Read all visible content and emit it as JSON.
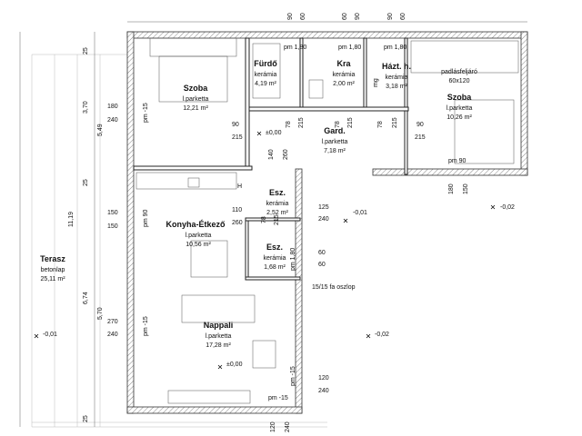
{
  "rooms": [
    {
      "name": "Szoba",
      "material": "l.parketta",
      "area": "12,21 m²"
    },
    {
      "name": "Fürdő",
      "material": "kerámia",
      "area": "4,19 m²"
    },
    {
      "name": "Kra",
      "material": "kerámia",
      "area": "2,00 m²"
    },
    {
      "name": "Házt. h.",
      "material": "kerámia",
      "area": "3,18 m²"
    },
    {
      "name": "Szoba",
      "material": "l.parketta",
      "area": "10,26 m²"
    },
    {
      "name": "Gard.",
      "material": "l.parketta",
      "area": "7,18 m²"
    },
    {
      "name": "Esz.",
      "material": "kerámia",
      "area": "2,52 m²"
    },
    {
      "name": "Konyha-Étkező",
      "material": "l.parketta",
      "area": "10,56 m²"
    },
    {
      "name": "Esz.",
      "material": "kerámia",
      "area": "1,68 m²"
    },
    {
      "name": "Nappali",
      "material": "l.parketta",
      "area": "17,28 m²"
    },
    {
      "name": "Terasz",
      "material": "betonlap",
      "area": "25,11 m²"
    }
  ],
  "labels": {
    "attic": "padlásfeljáró",
    "attic_size": "60x120",
    "column": "15/15 fa oszlop",
    "mg": "mg",
    "h": "H"
  },
  "levels": {
    "main_hall": "±0,00",
    "main_living": "±0,00",
    "level_right": "-0,02",
    "level_mid": "-0,01",
    "level_bottom": "-0,02",
    "level_left": "-0,01"
  },
  "dims_top": [
    "90",
    "60",
    "60",
    "90",
    "90",
    "60"
  ],
  "dims_left_outer": [
    "25",
    "3,70",
    "25",
    "11,19",
    "6,74",
    "5,70",
    "25"
  ],
  "dims_left_inner": [
    "5,49"
  ],
  "dims_misc": {
    "d180a": "180",
    "d240a": "240",
    "d150a": "150",
    "d150b": "150",
    "d270": "270",
    "d240b": "240",
    "pm15_szoba": "pm -15",
    "pm90_konyha": "pm 90",
    "pm15_nappali": "pm -15",
    "pm15_bottom_v": "pm -15",
    "pm180_furdo": "pm 1,80",
    "pm180_kra": "pm 1,80",
    "pm180_hazt": "pm 1,80",
    "pm90_szoba2": "pm 90",
    "pm180_esz2": "pm 1,80",
    "pm15_bottom_h": "pm -15",
    "d90_szoba_door": "90",
    "d215_szoba_door": "215",
    "d78_a": "78",
    "d215_a": "215",
    "d78_b": "78",
    "d215_b": "215",
    "d78_c": "78",
    "d215_c": "215",
    "d90_szoba2_door": "90",
    "d215_szoba2_door": "215",
    "d140": "140",
    "d260a": "260",
    "d110": "110",
    "d260b": "260",
    "d78_esz": "78",
    "d215_esz": "215",
    "d125": "125",
    "d240c": "240",
    "d60a": "60",
    "d60b": "60",
    "d180b": "180",
    "d150c": "150",
    "d120b": "120",
    "d240d": "240",
    "d120_bottom": "120",
    "d240_bottom": "240"
  }
}
